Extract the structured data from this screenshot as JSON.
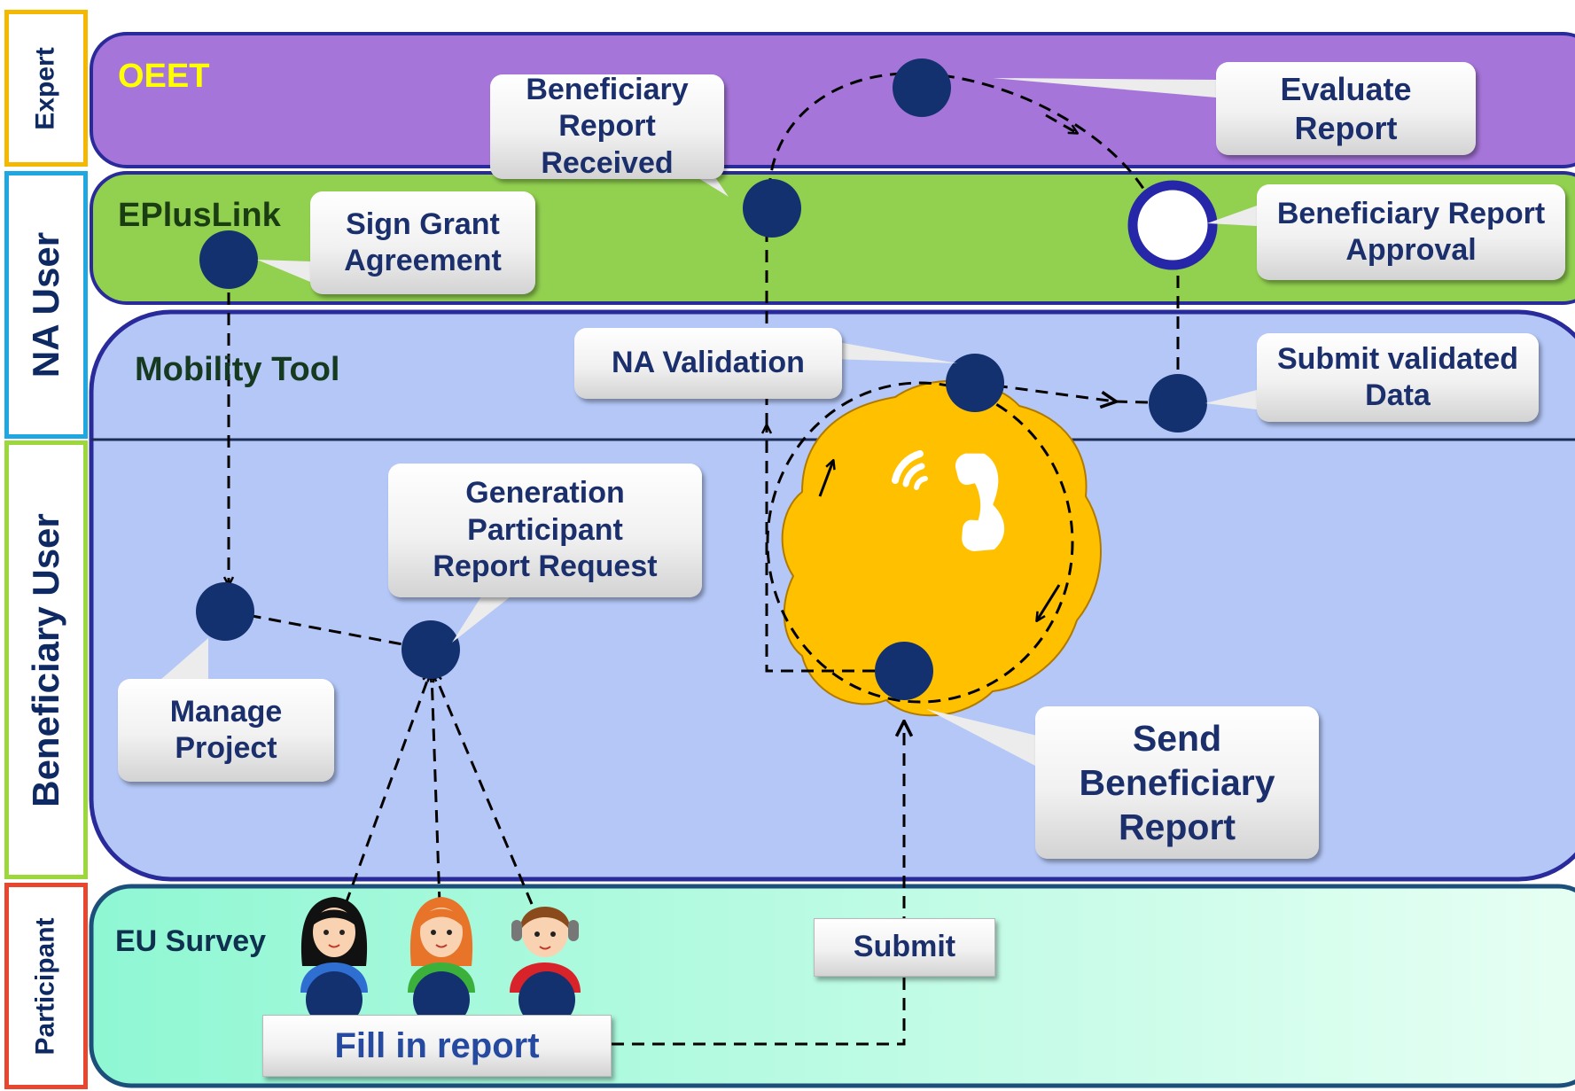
{
  "roles": {
    "expert": "Expert",
    "na_user": "NA User",
    "beneficiary_user": "Beneficiary User",
    "participant": "Participant"
  },
  "lanes": {
    "oeet": "OEET",
    "epluslink": "EPlusLink",
    "mobility_tool": "Mobility Tool",
    "eu_survey": "EU Survey"
  },
  "steps": {
    "beneficiary_report_received": "Beneficiary Report Received",
    "evaluate_report": "Evaluate Report",
    "sign_grant_agreement": "Sign Grant Agreement",
    "beneficiary_report_approval": "Beneficiary Report Approval",
    "na_validation": "NA Validation",
    "submit_validated_data": "Submit validated Data",
    "generation_participant_report_request": "Generation Participant Report Request",
    "manage_project": "Manage Project",
    "send_beneficiary_report": "Send Beneficiary Report",
    "submit": "Submit",
    "fill_in_report": "Fill in report"
  },
  "colors": {
    "expert_lane": "#a675d9",
    "na_lane": "#92d050",
    "mobility_lane": "#b4c7f7",
    "participant_lane": "#c3fbe6",
    "node": "#13306f",
    "cloud": "#ffc000",
    "role_expert": "#f5b800",
    "role_na": "#1ea7e1",
    "role_beneficiary": "#9cd83c",
    "role_participant": "#e8462f",
    "oeet_title": "#ffff00"
  },
  "icons": [
    "phone-icon",
    "participant-avatar-icon"
  ]
}
